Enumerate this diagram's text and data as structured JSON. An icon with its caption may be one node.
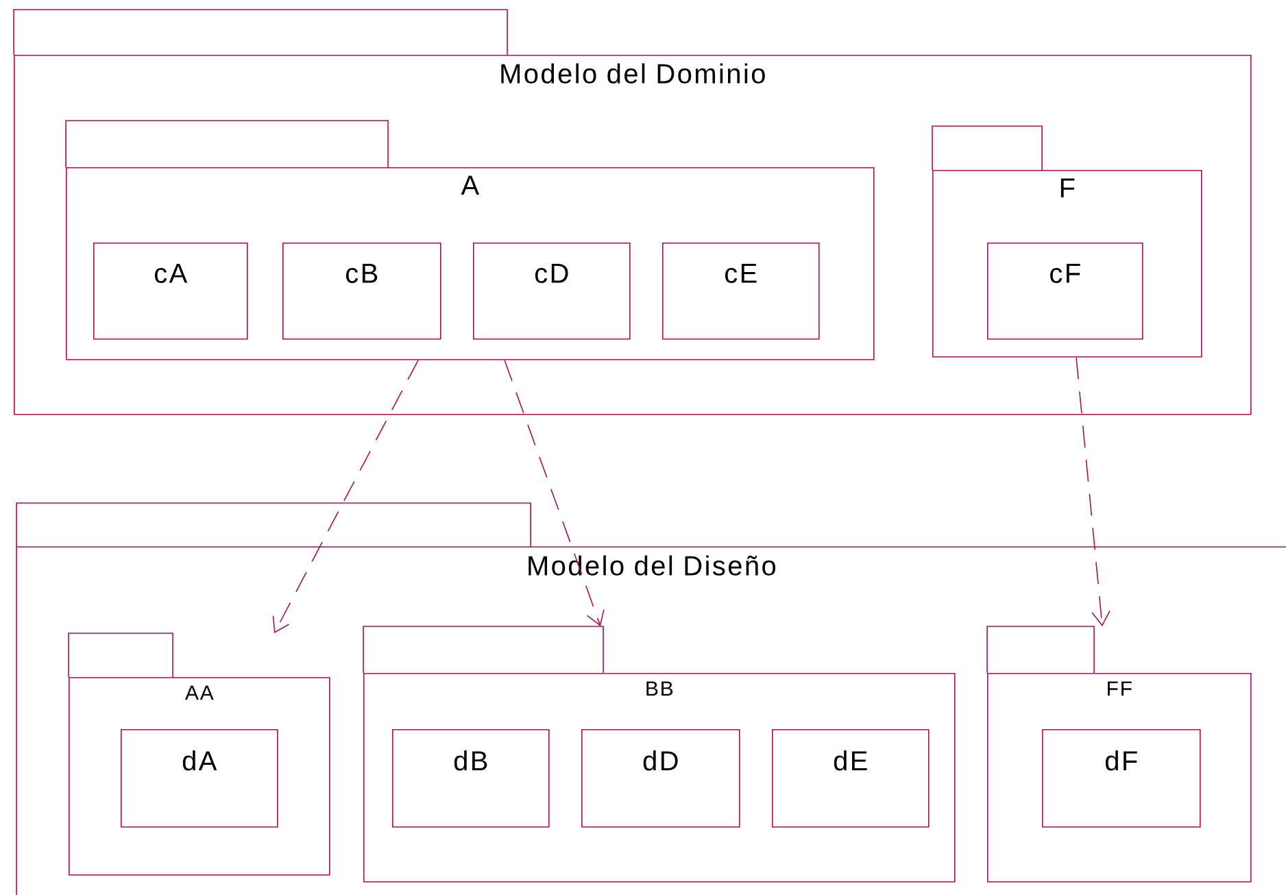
{
  "diagram": {
    "nodes": [
      {
        "text": [
          "Modelo del Dominio"
        ]
      },
      {
        "text": [
          "A"
        ],
        "in": 0
      },
      {
        "text": [
          "cA"
        ],
        "in": 1
      },
      {
        "text": [
          "cB"
        ],
        "in": 1
      },
      {
        "text": [
          "cD"
        ],
        "in": 1
      },
      {
        "text": [
          "cE"
        ],
        "in": 1
      },
      {
        "text": [
          "F"
        ],
        "in": 0
      },
      {
        "text": [
          "cF"
        ],
        "in": 6
      },
      {
        "text": [
          "Modelo del Diseño"
        ]
      },
      {
        "text": [
          "AA"
        ],
        "in": 8
      },
      {
        "text": [
          "dA"
        ],
        "in": 9
      },
      {
        "text": [
          "BB"
        ],
        "in": 8
      },
      {
        "text": [
          "dB"
        ],
        "in": 11
      },
      {
        "text": [
          "dD"
        ],
        "in": 11
      },
      {
        "text": [
          "dE"
        ],
        "in": 11
      },
      {
        "text": [
          "FF"
        ],
        "in": 8
      },
      {
        "text": [
          "dF"
        ],
        "in": 15
      }
    ],
    "edges": [
      {
        "from": 1,
        "to": 9,
        "arrow": "to",
        "style": "dashed"
      },
      {
        "from": 1,
        "to": 11,
        "arrow": "to",
        "style": "dashed"
      },
      {
        "from": 6,
        "to": 15,
        "arrow": "to",
        "style": "dashed"
      }
    ]
  }
}
